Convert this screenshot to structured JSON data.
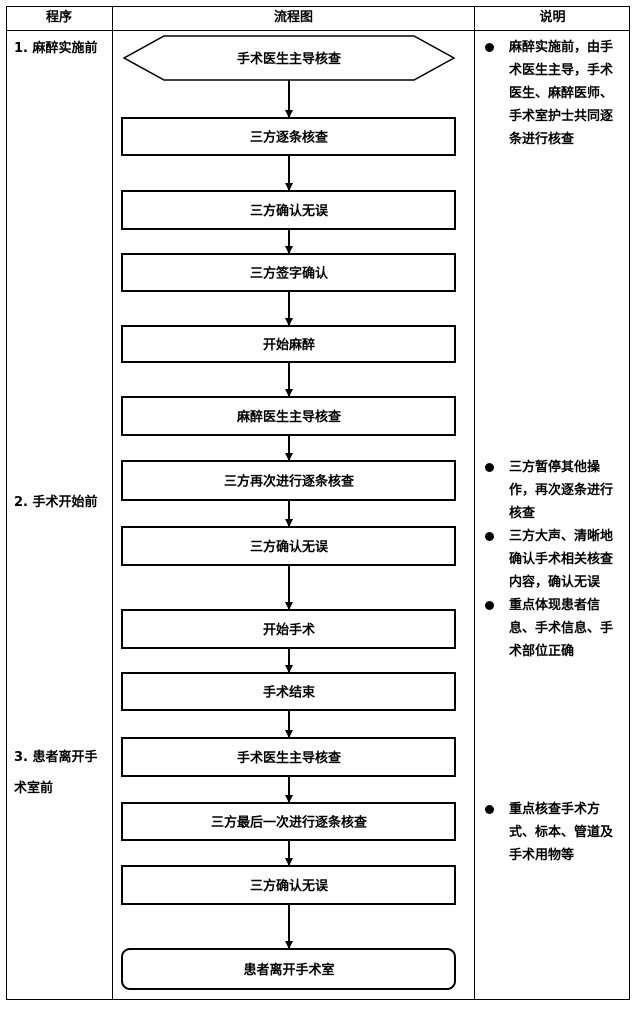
{
  "table": {
    "headers": {
      "procedure": "程序",
      "flowchart": "流程图",
      "explanation": "说明"
    }
  },
  "steps": [
    {
      "label": "1. 麻醉实施前"
    },
    {
      "label": "2. 手术开始前"
    },
    {
      "label": "3. 患者离开手术室前"
    }
  ],
  "flow": {
    "nodes": [
      {
        "id": "n1",
        "shape": "hexagon",
        "label": "手术医生主导核查"
      },
      {
        "id": "n2",
        "shape": "rect",
        "label": "三方逐条核查"
      },
      {
        "id": "n3",
        "shape": "rect",
        "label": "三方确认无误"
      },
      {
        "id": "n4",
        "shape": "rect",
        "label": "三方签字确认"
      },
      {
        "id": "n5",
        "shape": "rect",
        "label": "开始麻醉"
      },
      {
        "id": "n6",
        "shape": "rect",
        "label": "麻醉医生主导核查"
      },
      {
        "id": "n7",
        "shape": "rect",
        "label": "三方再次进行逐条核查"
      },
      {
        "id": "n8",
        "shape": "rect",
        "label": "三方确认无误"
      },
      {
        "id": "n9",
        "shape": "rect",
        "label": "开始手术"
      },
      {
        "id": "n10",
        "shape": "rect",
        "label": "手术结束"
      },
      {
        "id": "n11",
        "shape": "rect",
        "label": "手术医生主导核查"
      },
      {
        "id": "n12",
        "shape": "rect",
        "label": "三方最后一次进行逐条核查"
      },
      {
        "id": "n13",
        "shape": "rect",
        "label": "三方确认无误"
      },
      {
        "id": "n14",
        "shape": "rounded",
        "label": "患者离开手术室"
      }
    ],
    "edges": [
      [
        "n1",
        "n2"
      ],
      [
        "n2",
        "n3"
      ],
      [
        "n3",
        "n4"
      ],
      [
        "n4",
        "n5"
      ],
      [
        "n5",
        "n6"
      ],
      [
        "n6",
        "n7"
      ],
      [
        "n7",
        "n8"
      ],
      [
        "n8",
        "n9"
      ],
      [
        "n9",
        "n10"
      ],
      [
        "n10",
        "n11"
      ],
      [
        "n11",
        "n12"
      ],
      [
        "n12",
        "n13"
      ],
      [
        "n13",
        "n14"
      ]
    ]
  },
  "notes": {
    "group1": [
      {
        "text": "麻醉实施前，由手术医生主导，手术医生、麻醉医师、手术室护士共同逐条进行核查"
      }
    ],
    "group2": [
      {
        "text": "三方暂停其他操作，再次逐条进行核查"
      },
      {
        "text": "三方大声、清晰地确认手术相关核查内容，确认无误"
      },
      {
        "text": "重点体现患者信息、手术信息、手术部位正确"
      }
    ],
    "group3": [
      {
        "text": "重点核查手术方式、标本、管道及手术用物等"
      }
    ]
  }
}
